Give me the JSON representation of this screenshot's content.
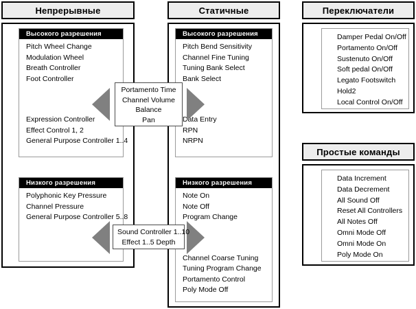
{
  "columns": {
    "continuous": {
      "title": "Непрерывные",
      "high_res": {
        "header": "Высокого разрешения",
        "items_top": [
          "Pitch Wheel Change",
          "Modulation Wheel",
          "Breath Controller",
          "Foot Controller"
        ],
        "items_bottom": [
          "Expression Controller",
          "Effect Control 1, 2",
          "General Purpose Controller 1..4"
        ]
      },
      "low_res": {
        "header": "Низкого разрешения",
        "items_top": [
          "Polyphonic Key Pressure",
          "Channel Pressure",
          "General Purpose Controller 5..8"
        ],
        "items_bottom": []
      }
    },
    "static": {
      "title": "Статичные",
      "high_res": {
        "header": "Высокого разрешения",
        "items_top": [
          "Pitch Bend Sensitivity",
          "Channel Fine Tuning",
          "Tuning Bank Select",
          "Bank Select"
        ],
        "items_bottom": [
          "Data Entry",
          "RPN",
          "NRPN"
        ]
      },
      "low_res": {
        "header": "Низкого разрешения",
        "items_top": [
          "Note On",
          "Note Off",
          "Program Change"
        ],
        "items_bottom": [
          "Channel Coarse Tuning",
          "Tuning Program Change",
          "Portamento Control",
          "Poly Mode Off"
        ]
      }
    },
    "switches": {
      "title": "Переключатели",
      "items": [
        "Damper Pedal On/Off",
        "Portamento On/Off",
        "Sustenuto On/Off",
        "Soft pedal On/Off",
        "Legato Footswitch",
        "Hold2",
        "Local Control On/Off"
      ]
    },
    "simple_commands": {
      "title": "Простые команды",
      "items": [
        "Data Increment",
        "Data Decrement",
        "All Sound Off",
        "Reset All Controllers",
        "All Notes Off",
        "Omni Mode Off",
        "Omni Mode On",
        "Poly Mode On"
      ]
    }
  },
  "shared_boxes": {
    "high_res_shared": [
      "Portamento Time",
      "Channel Volume",
      "Balance",
      "Pan"
    ],
    "low_res_shared": [
      "Sound Controller 1..10",
      "Effect 1..5 Depth"
    ]
  },
  "arrows": {
    "top_left": "arrow-left-icon",
    "top_right": "arrow-right-icon",
    "bottom_left": "arrow-left-icon",
    "bottom_right": "arrow-right-icon"
  },
  "colors": {
    "title_bg": "#ededed",
    "header_bg": "#000000",
    "arrow_fill": "#808080",
    "border": "#000000",
    "inner_border": "#9a9a9a"
  }
}
